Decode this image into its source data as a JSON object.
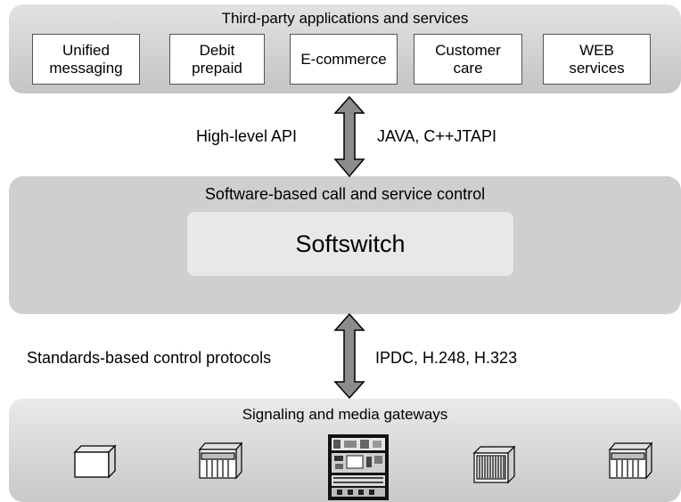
{
  "top": {
    "title": "Third-party applications and services",
    "apps": [
      {
        "label": "Unified\nmessaging"
      },
      {
        "label": "Debit\nprepaid"
      },
      {
        "label": "E-commerce"
      },
      {
        "label": "Customer\ncare"
      },
      {
        "label": "WEB\nservices"
      }
    ]
  },
  "upper_link": {
    "left_label": "High-level API",
    "right_label": "JAVA, C++JTAPI"
  },
  "middle": {
    "title": "Software-based call and service control",
    "core": "Softswitch"
  },
  "lower_link": {
    "left_label": "Standards-based control protocols",
    "right_label": "IPDC, H.248, H.323"
  },
  "bottom": {
    "title": "Signaling and media gateways",
    "devices": [
      "gateway-box-icon",
      "gateway-rack-icon",
      "gateway-circuit-board-icon",
      "gateway-chassis-icon",
      "gateway-rack-icon"
    ]
  },
  "colors": {
    "band_fill": "#cfcfcf",
    "arrow_fill": "#8c8c8c",
    "box_fill": "#ffffff"
  }
}
